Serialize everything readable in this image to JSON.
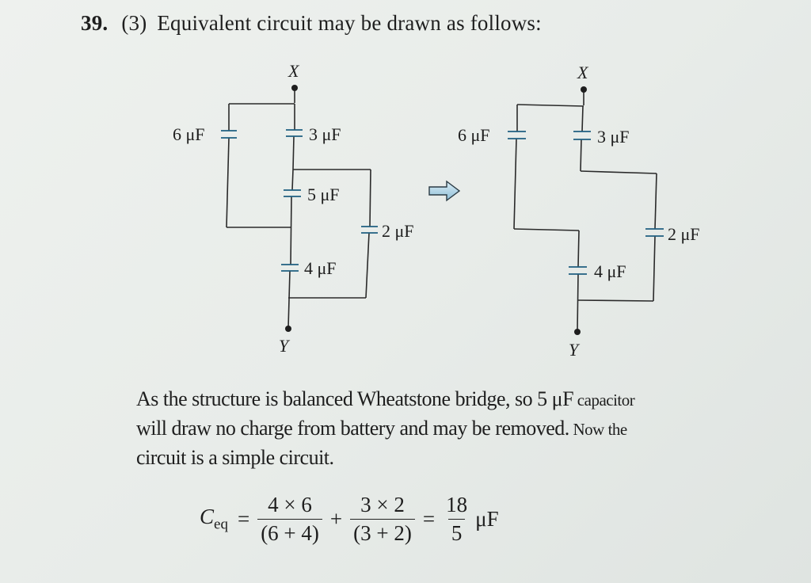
{
  "question": {
    "number": "39.",
    "option": "(3)",
    "text": "Equivalent circuit may be drawn as follows:"
  },
  "circuit_left": {
    "node_top": "X",
    "node_bottom": "Y",
    "capacitors": {
      "c6": "6 μF",
      "c3": "3 μF",
      "c5": "5 μF",
      "c2": "2 μF",
      "c4": "4 μF"
    }
  },
  "arrow": {
    "icon": "right-arrow-icon",
    "color": "#a9d0e3"
  },
  "circuit_right": {
    "node_top": "X",
    "node_bottom": "Y",
    "capacitors": {
      "c6": "6 μF",
      "c3": "3 μF",
      "c2": "2 μF",
      "c4": "4 μF"
    }
  },
  "explanation": {
    "part1": "As the structure is balanced Wheatstone bridge, so 5 μF",
    "part1_small": " capacitor",
    "part2": "will draw no charge from battery and may be removed.",
    "part2_small": " Now the",
    "part3": "circuit is a simple circuit."
  },
  "equation": {
    "lhs": "C",
    "lhs_sub": "eq",
    "eq1": "=",
    "frac1_num": "4 × 6",
    "frac1_den": "(6 + 4)",
    "plus": "+",
    "frac2_num": "3 × 2",
    "frac2_den": "(3 + 2)",
    "eq2": "=",
    "frac3_num": "18",
    "frac3_den": "5",
    "unit": "μF"
  }
}
